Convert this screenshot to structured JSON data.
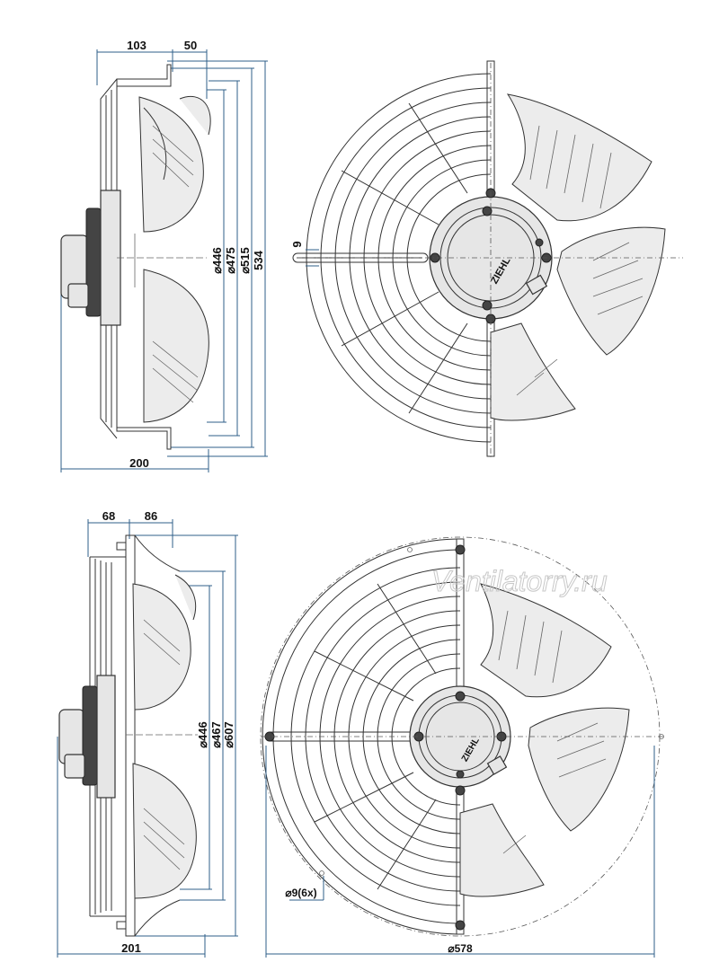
{
  "top_side": {
    "width_labels": [
      "103",
      "50"
    ],
    "depth_label": "200",
    "diameters": [
      "⌀446",
      "⌀475",
      "⌀515",
      "534"
    ]
  },
  "top_front": {
    "hole_label": "9",
    "brand": "ZIEHL"
  },
  "bottom_side": {
    "width_labels": [
      "68",
      "86"
    ],
    "depth_label": "201",
    "diameters": [
      "⌀446",
      "⌀467",
      "⌀607"
    ]
  },
  "bottom_front": {
    "hole_label": "⌀9(6x)",
    "diameter_label": "⌀578",
    "brand": "ZIEHL"
  },
  "watermark": "Ventilatorry.ru"
}
